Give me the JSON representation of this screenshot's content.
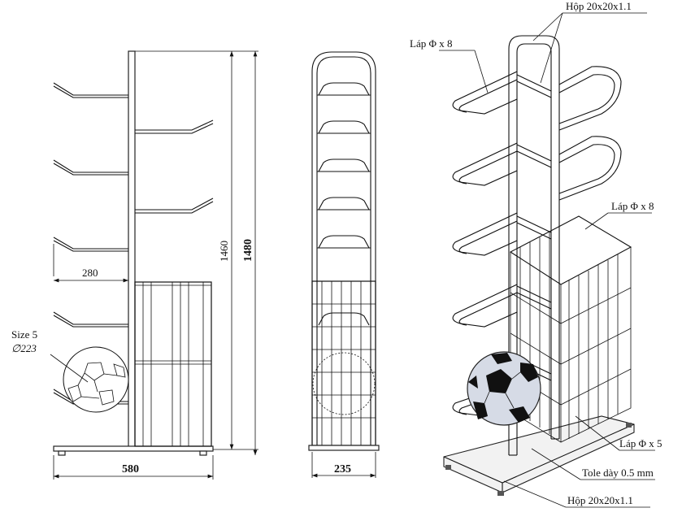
{
  "side_view": {
    "width_dim": "580",
    "arm_dim": "280",
    "height_inner_dim": "1460",
    "height_total_dim": "1480",
    "ball_size": "Size 5",
    "ball_diameter": "∅223"
  },
  "front_view": {
    "width_dim": "235"
  },
  "iso_view": {
    "callout_top_tube": "Hộp 20x20x1.1",
    "callout_arm_top": "Láp Φ x 8",
    "callout_arm_mid": "Láp Φ x 8",
    "callout_basket_rod": "Láp Φ x 5",
    "callout_sheet": "Tole dày 0.5 mm",
    "callout_base_tube": "Hộp 20x20x1.1"
  }
}
